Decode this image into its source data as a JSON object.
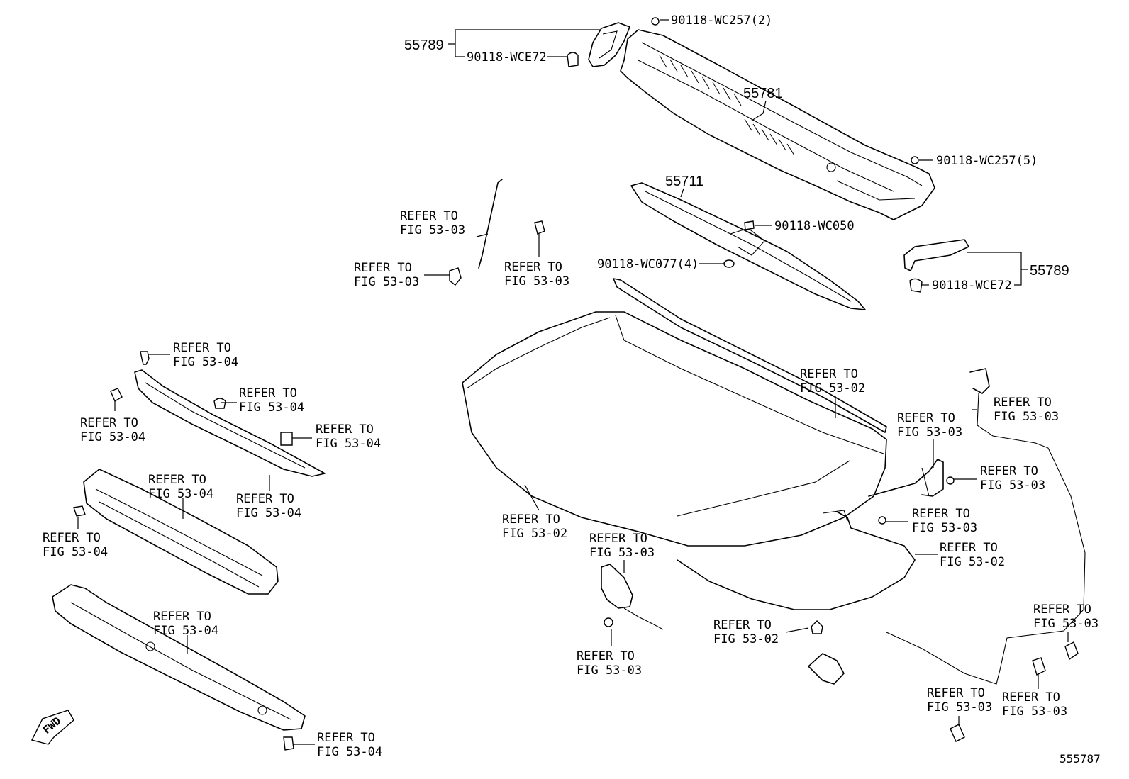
{
  "diagram_id": "555787",
  "fwd_label": "FWD",
  "part_numbers": {
    "p55789_left": "55789",
    "p55781": "55781",
    "p55711": "55711",
    "p55789_right": "55789"
  },
  "fasteners": {
    "wc257_2": "90118-WC257(2)",
    "wce72_left": "90118-WCE72",
    "wc257_5": "90118-WC257(5)",
    "wc050": "90118-WC050",
    "wc077_4": "90118-WC077(4)",
    "wce72_right": "90118-WCE72"
  },
  "refs": {
    "line1": "REFER TO",
    "fig_53_02": "FIG 53-02",
    "fig_53_03": "FIG 53-03",
    "fig_53_04": "FIG 53-04"
  }
}
